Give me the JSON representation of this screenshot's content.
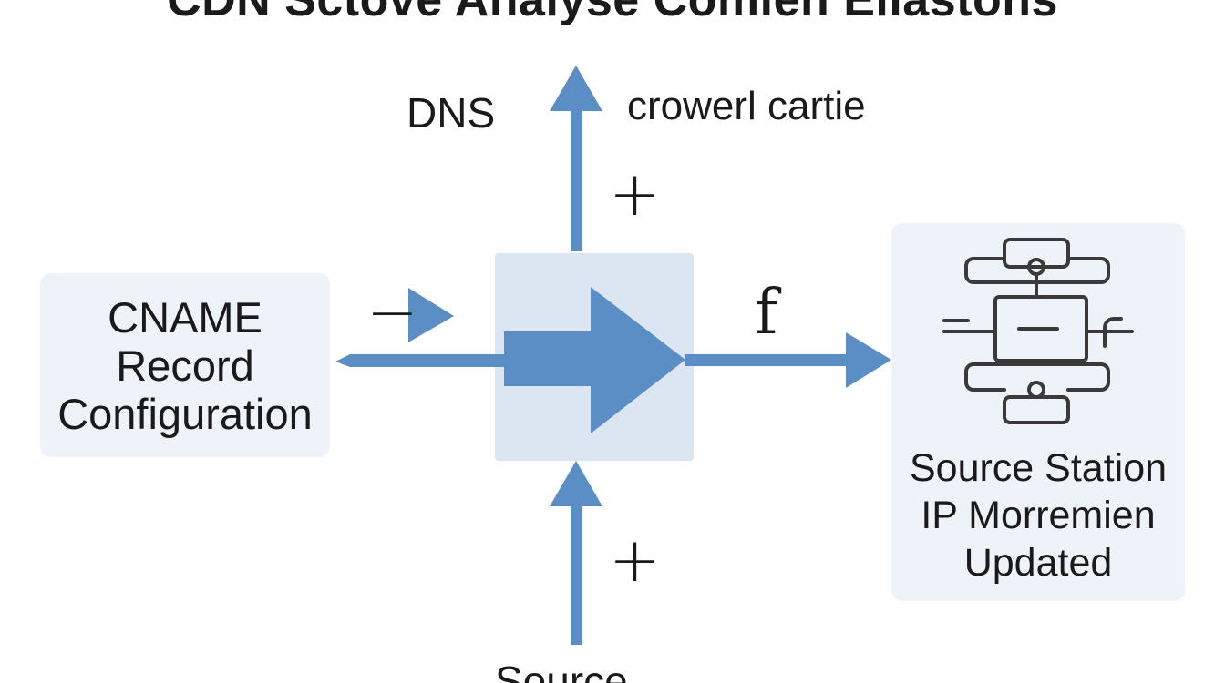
{
  "title": "CDN Sctove Analyse Comien Eliastons",
  "nodes": {
    "cname_box": {
      "lines": [
        "CNAME",
        "Record",
        "Configuration"
      ]
    },
    "dns_label": "DNS",
    "crowerl_label": "crowerl cartie",
    "source_station": {
      "lines": [
        "Source Station",
        "IP Morremien",
        "Updated"
      ]
    },
    "source_bottom": "Source"
  },
  "symbols": {
    "plus_top": "+",
    "plus_bottom": "+",
    "minus_left": "−",
    "f_right": "f"
  },
  "colors": {
    "arrow": "#5b8ec4",
    "box_light": "#eef3f9",
    "box_center": "#dbe6f2",
    "icon_stroke": "#3a3a3a",
    "text": "#1a1a1a"
  }
}
